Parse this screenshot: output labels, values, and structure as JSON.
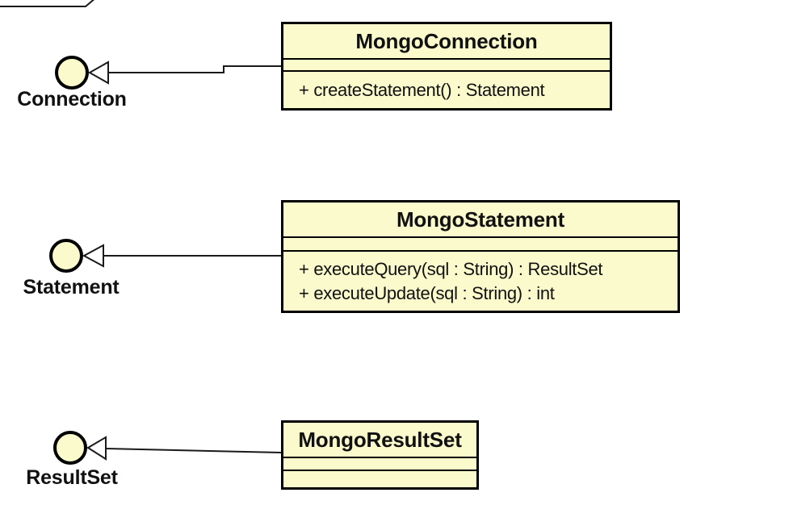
{
  "diagram": {
    "colors": {
      "node_fill": "#fafacd",
      "node_border": "#000000",
      "edge_stroke": "#1a1a1a",
      "background": "#ffffff"
    },
    "classes": [
      {
        "title": "MongoConnection",
        "methods": [
          "+ createStatement() : Statement"
        ]
      },
      {
        "title": "MongoStatement",
        "methods": [
          "+ executeQuery(sql : String) : ResultSet",
          "+ executeUpdate(sql : String) : int"
        ]
      },
      {
        "title": "MongoResultSet",
        "methods": []
      }
    ],
    "interfaces": [
      {
        "label": "Connection"
      },
      {
        "label": "Statement"
      },
      {
        "label": "ResultSet"
      }
    ]
  }
}
